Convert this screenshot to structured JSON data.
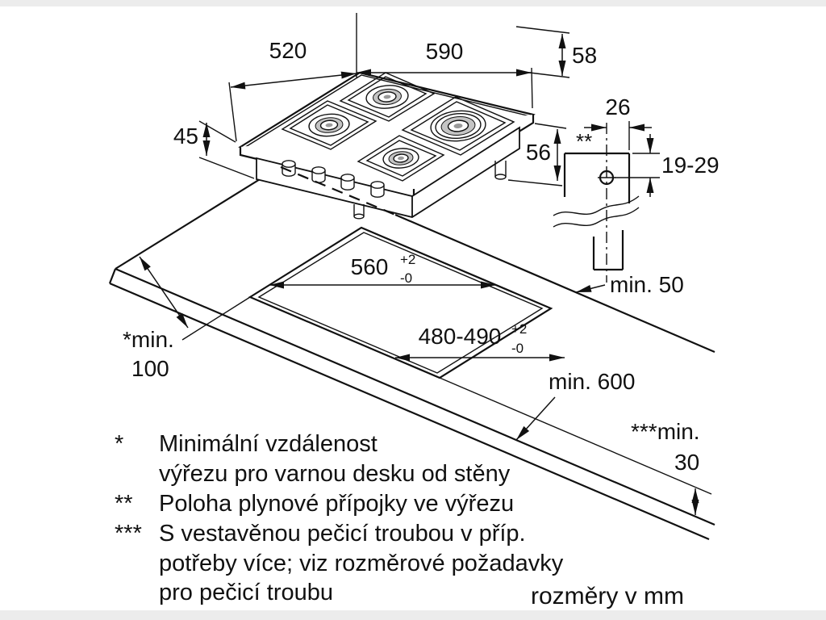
{
  "hob_dimensions": {
    "depth_top": "520",
    "width_top": "590",
    "rear_offset": "58",
    "glass_height": "45",
    "body_height": "56",
    "gas_marker": "**",
    "gas_offset": "26",
    "gas_height_range": "19-29"
  },
  "cutout": {
    "width": "560",
    "width_tol_plus": "+2",
    "width_tol_minus": "-0",
    "depth": "480-490",
    "depth_tol_plus": "+2",
    "depth_tol_minus": "-0"
  },
  "clearances": {
    "rear": "min. 50",
    "side_prefix": "*min.",
    "side_value": "100",
    "front": "min. 600",
    "below_prefix": "***min.",
    "below_value": "30"
  },
  "legend": {
    "note1_marker": "*",
    "note1_line1": "Minimální vzdálenost",
    "note1_line2": "výřezu pro varnou desku od stěny",
    "note2_marker": "**",
    "note2_text": "Poloha plynové přípojky ve výřezu",
    "note3_marker": "***",
    "note3_line1": "S vestavěnou pečicí troubou v příp.",
    "note3_line2": "potřeby více; viz rozměrové požadavky",
    "note3_line3": "pro pečicí troubu",
    "units_note": "rozměry v mm"
  }
}
